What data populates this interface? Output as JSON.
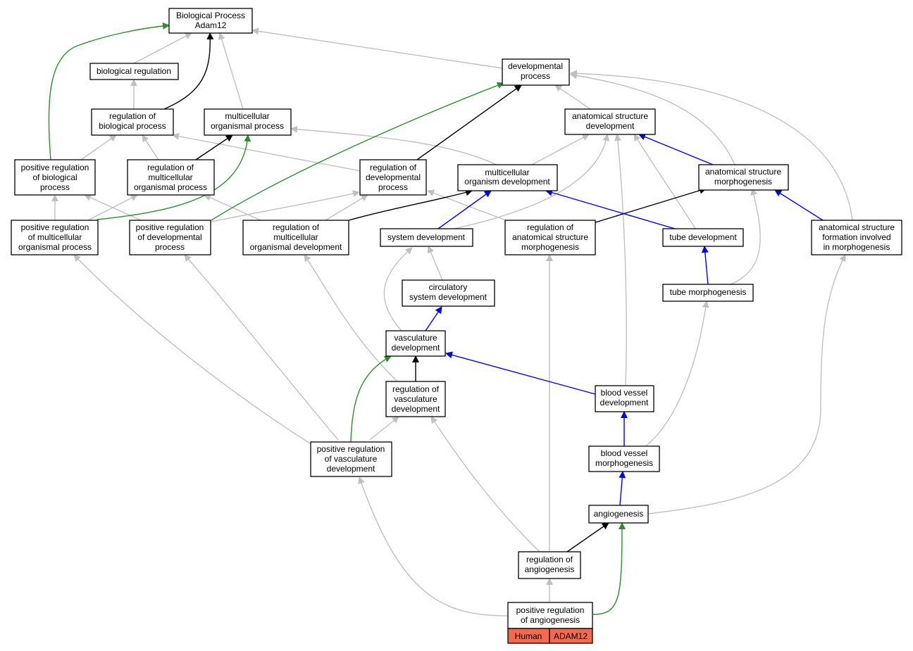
{
  "colors": {
    "is_a": "#c0c0c0",
    "regulates": "#000000",
    "positively_regulates": "#2e8b2e",
    "part_of": "#0000ee",
    "annotation_tag": "#f26a50"
  },
  "nodes": {
    "bp": {
      "lines": [
        "Biological Process",
        "Adam12"
      ]
    },
    "bioreg": {
      "lines": [
        "biological regulation"
      ]
    },
    "regbp": {
      "lines": [
        "regulation of",
        "biological process"
      ]
    },
    "mcop": {
      "lines": [
        "multicellular",
        "organismal process"
      ]
    },
    "devproc": {
      "lines": [
        "developmental",
        "process"
      ]
    },
    "asd": {
      "lines": [
        "anatomical structure",
        "development"
      ]
    },
    "posregbp": {
      "lines": [
        "positive regulation",
        "of biological",
        "process"
      ]
    },
    "regmcop": {
      "lines": [
        "regulation of",
        "multicellular",
        "organismal process"
      ]
    },
    "regdev": {
      "lines": [
        "regulation of",
        "developmental",
        "process"
      ]
    },
    "mcodev": {
      "lines": [
        "multicellular",
        "organism development"
      ]
    },
    "asm": {
      "lines": [
        "anatomical structure",
        "morphogenesis"
      ]
    },
    "posregmcop": {
      "lines": [
        "positive regulation",
        "of multicellular",
        "organismal process"
      ]
    },
    "posregdev": {
      "lines": [
        "positive regulation",
        "of developmental",
        "process"
      ]
    },
    "regmcod": {
      "lines": [
        "regulation of",
        "multicellular",
        "organismal development"
      ]
    },
    "sysdev": {
      "lines": [
        "system development"
      ]
    },
    "regasm": {
      "lines": [
        "regulation of",
        "anatomical structure",
        "morphogenesis"
      ]
    },
    "tubedev": {
      "lines": [
        "tube development"
      ]
    },
    "asfm": {
      "lines": [
        "anatomical structure",
        "formation involved",
        "in morphogenesis"
      ]
    },
    "circ": {
      "lines": [
        "circulatory",
        "system development"
      ]
    },
    "tubemorph": {
      "lines": [
        "tube morphogenesis"
      ]
    },
    "vascdev": {
      "lines": [
        "vasculature",
        "development"
      ]
    },
    "regvasc": {
      "lines": [
        "regulation of",
        "vasculature",
        "development"
      ]
    },
    "bvdev": {
      "lines": [
        "blood vessel",
        "development"
      ]
    },
    "posregvasc": {
      "lines": [
        "positive regulation",
        "of vasculature",
        "development"
      ]
    },
    "bvmorph": {
      "lines": [
        "blood vessel",
        "morphogenesis"
      ]
    },
    "angio": {
      "lines": [
        "angiogenesis"
      ]
    },
    "regangio": {
      "lines": [
        "regulation of",
        "angiogenesis"
      ]
    },
    "posregangio": {
      "lines": [
        "positive regulation",
        "of angiogenesis"
      ]
    }
  },
  "annotation": {
    "species": "Human",
    "gene": "ADAM12"
  }
}
